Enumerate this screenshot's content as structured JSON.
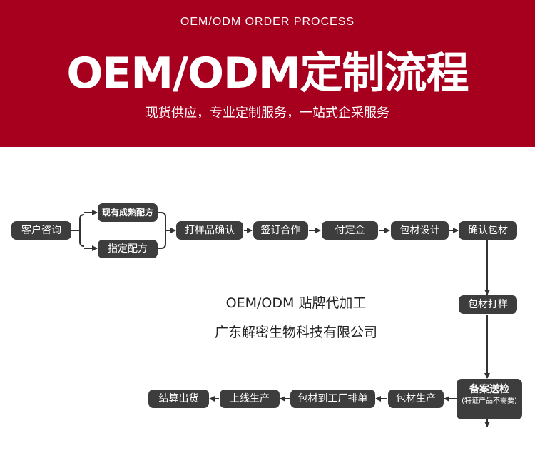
{
  "banner": {
    "subtitle_en": "OEM/ODM  ORDER PROCESS",
    "title": "OEM/ODM定制流程",
    "tagline": "现货供应，专业定制服务，一站式企采服务",
    "color": "#a7001e"
  },
  "flow": {
    "node_color": "#3d3d3d",
    "line_color": "#333333",
    "consult": "客户咨询",
    "option_mature": "现有成熟配方",
    "option_specified": "指定配方",
    "proofing": "打样品确认",
    "contract": "签订合作",
    "deposit": "付定金",
    "package_design": "包材设计",
    "confirm_package": "确认包材",
    "package_proof": "包材打样",
    "filing": "备案送检",
    "filing_note": "(特证产品不需要)",
    "package_production": "包材生产",
    "factory_schedule": "包材到工厂排单",
    "production_line": "上线生产",
    "settlement": "结算出货"
  },
  "center": {
    "line1": "OEM/ODM 贴牌代加工",
    "line2": "广东解密生物科技有限公司"
  }
}
